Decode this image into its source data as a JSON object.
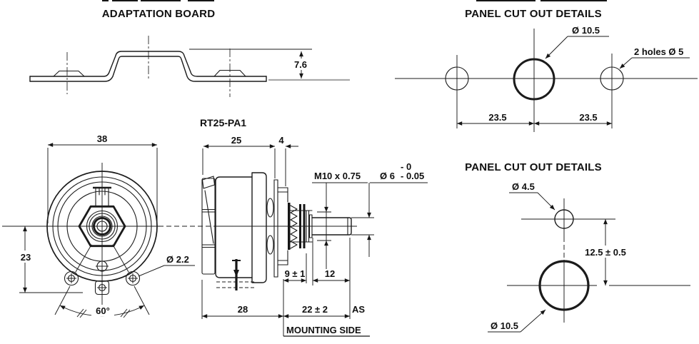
{
  "adaptation_board": {
    "title": "ADAPTATION BOARD",
    "dim_height": "7.6"
  },
  "panel_cutout_top": {
    "title": "PANEL CUT OUT DETAILS",
    "label_center_hole": "Ø 10.5",
    "label_side_holes": "2 holes Ø 5",
    "dim_left": "23.5",
    "dim_right": "23.5"
  },
  "front_view": {
    "dim_width": "38",
    "dim_center_height": "23",
    "label_lug_hole": "Ø 2.2",
    "dim_angle": "60°"
  },
  "side_view": {
    "title": "RT25-PA1",
    "dim_body_length": "25",
    "dim_flange": "4",
    "label_thread": "M10 x 0.75",
    "label_shaft_dia": "Ø 6",
    "tol_upper": "- 0",
    "tol_lower": "- 0.05",
    "dim_bushing": "9 ± 1",
    "dim_shaft": "12",
    "dim_body_total": "28",
    "dim_mounting": "22 ± 2",
    "label_shaft_end": "AS",
    "label_mounting_side": "MOUNTING SIDE"
  },
  "panel_cutout_bottom": {
    "title": "PANEL CUT OUT DETAILS",
    "label_small_hole": "Ø 4.5",
    "dim_spacing": "12.5 ± 0.5",
    "label_large_hole": "Ø 10.5"
  }
}
